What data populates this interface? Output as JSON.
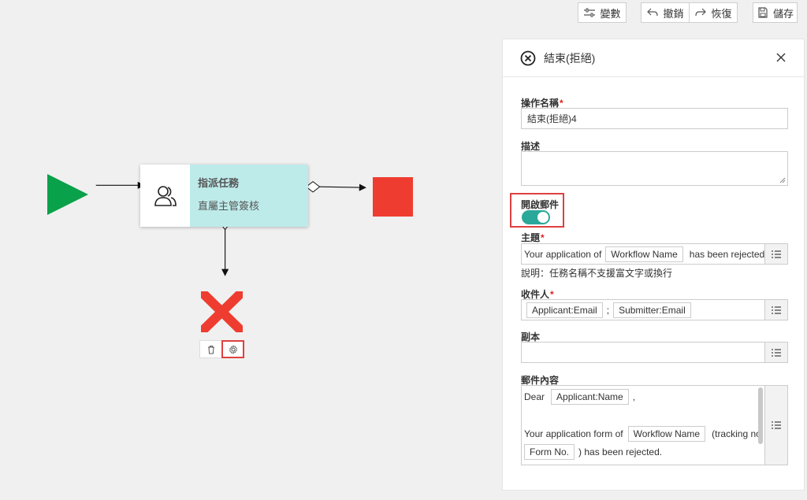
{
  "toolbar": {
    "variables_label": "變數",
    "undo_label": "撤銷",
    "redo_label": "恢復",
    "save_label": "儲存"
  },
  "flow": {
    "task_title": "指派任務",
    "task_subtitle": "直屬主管簽核"
  },
  "panel": {
    "title": "結束(拒絕)",
    "operation_name": {
      "label": "操作名稱",
      "required": "*",
      "value": "結束(拒絕)4"
    },
    "description": {
      "label": "描述",
      "value": ""
    },
    "enable_mail": {
      "label": "開啟郵件",
      "on": true
    },
    "subject": {
      "label": "主題",
      "required": "*",
      "prefix": "Your application of",
      "chip": "Workflow Name",
      "suffix": "has been rejected"
    },
    "note": "說明：任務名稱不支援富文字或換行",
    "recipients": {
      "label": "收件人",
      "required": "*",
      "chips": [
        "Applicant:Email",
        "Submitter:Email"
      ],
      "separator": ";"
    },
    "cc": {
      "label": "副本",
      "value": ""
    },
    "mail_body": {
      "label": "郵件內容",
      "line1_prefix": "Dear",
      "line1_chip": "Applicant:Name",
      "line1_suffix": ",",
      "line2_prefix": "Your application form of",
      "line2_chip": "Workflow Name",
      "line2_suffix": "(tracking no.",
      "line3_chip": "Form No.",
      "line3_suffix": ") has been rejected."
    }
  },
  "colors": {
    "start": "#0aa14b",
    "end": "#ee3d30",
    "reject": "#ee3d30",
    "task_body": "#bdebea",
    "toggle_on": "#2aa89a",
    "highlight": "#e04040"
  }
}
